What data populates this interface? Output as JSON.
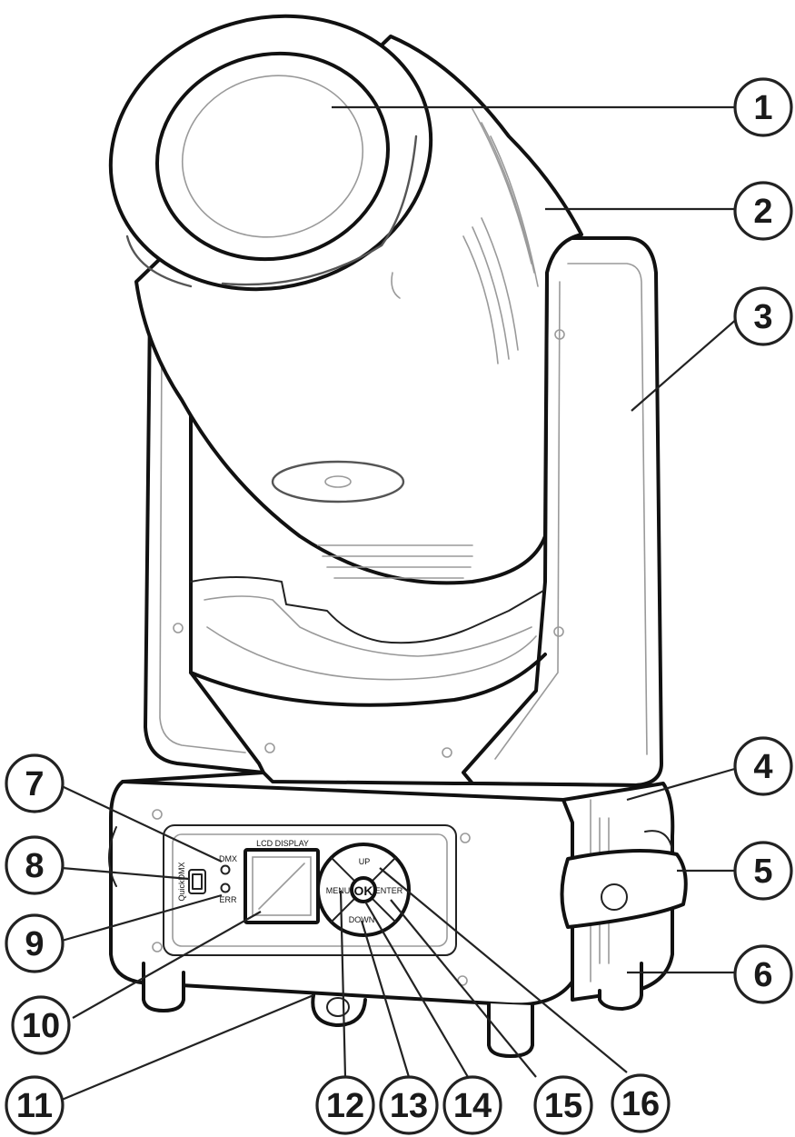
{
  "panel": {
    "lcd_label": "LCD DISPLAY",
    "dmx_label": "DMX",
    "err_label": "ERR",
    "up_label": "UP",
    "down_label": "DOWN",
    "menu_label": "MENU",
    "enter_label": "ENTER",
    "ok_label": "OK",
    "usb_label": "QuickDMX"
  },
  "callouts": [
    {
      "number": "1"
    },
    {
      "number": "2"
    },
    {
      "number": "3"
    },
    {
      "number": "4"
    },
    {
      "number": "5"
    },
    {
      "number": "6"
    },
    {
      "number": "7"
    },
    {
      "number": "8"
    },
    {
      "number": "9"
    },
    {
      "number": "10"
    },
    {
      "number": "11"
    },
    {
      "number": "12"
    },
    {
      "number": "13"
    },
    {
      "number": "14"
    },
    {
      "number": "15"
    },
    {
      "number": "16"
    }
  ],
  "colors": {
    "line": "#111111",
    "detail": "#9a9a9a",
    "background": "#ffffff"
  }
}
